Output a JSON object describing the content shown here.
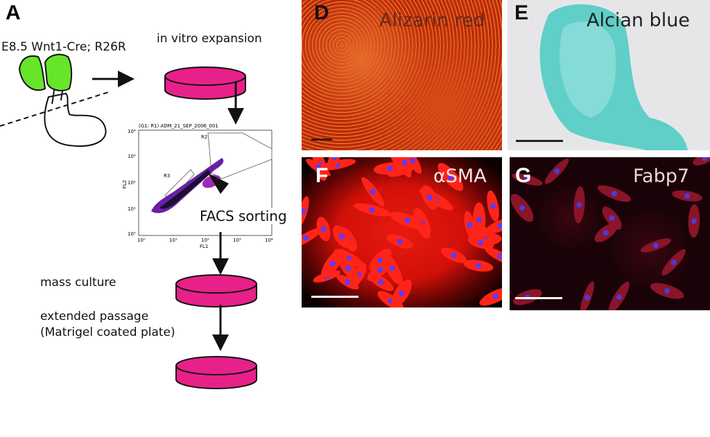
{
  "panel_a": {
    "label": "A",
    "embryo_label": "E8.5 Wnt1-Cre; R26R",
    "step_expansion": "in vitro expansion",
    "step_facs": "FACS sorting",
    "step_mass": "mass culture",
    "step_extended_1": "extended passage",
    "step_extended_2": "(Matrigel coated plate)",
    "facs_plot": {
      "title": "(G1: R1) ADM_21_SEP_2006_001",
      "xlabel": "FL1",
      "ylabel": "FL2",
      "gates": [
        "R2",
        "R3"
      ],
      "x_ticks": [
        "10⁰",
        "10¹",
        "10²",
        "10³",
        "10⁴"
      ],
      "y_ticks": [
        "10⁰",
        "10¹",
        "10²",
        "10³",
        "10⁴"
      ]
    }
  },
  "panel_d": {
    "label": "D",
    "stain": "Alizarin red"
  },
  "panel_e": {
    "label": "E",
    "stain": "Alcian blue"
  },
  "panel_f": {
    "label": "F",
    "stain": "αSMA"
  },
  "panel_g": {
    "label": "G",
    "stain": "Fabp7"
  },
  "colors": {
    "dish": "#e8208a",
    "embryo_head": "#66e52a",
    "alizarin": "#c8300a",
    "alcian": "#5fcfc8"
  }
}
